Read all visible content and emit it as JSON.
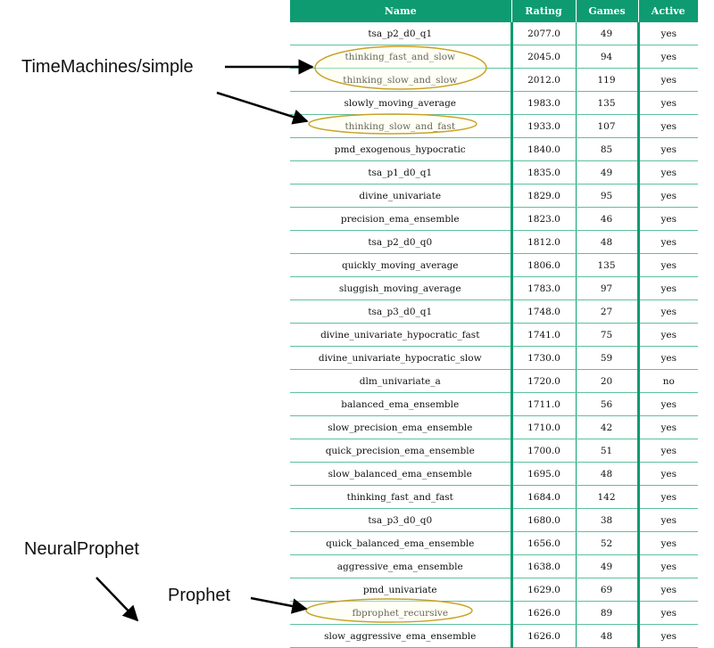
{
  "table": {
    "headers": {
      "name": "Name",
      "rating": "Rating",
      "games": "Games",
      "active": "Active"
    },
    "rows": [
      {
        "name": "tsa_p2_d0_q1",
        "rating": "2077.0",
        "games": "49",
        "active": "yes"
      },
      {
        "name": "thinking_fast_and_slow",
        "rating": "2045.0",
        "games": "94",
        "active": "yes"
      },
      {
        "name": "thinking_slow_and_slow",
        "rating": "2012.0",
        "games": "119",
        "active": "yes"
      },
      {
        "name": "slowly_moving_average",
        "rating": "1983.0",
        "games": "135",
        "active": "yes"
      },
      {
        "name": "thinking_slow_and_fast",
        "rating": "1933.0",
        "games": "107",
        "active": "yes"
      },
      {
        "name": "pmd_exogenous_hypocratic",
        "rating": "1840.0",
        "games": "85",
        "active": "yes"
      },
      {
        "name": "tsa_p1_d0_q1",
        "rating": "1835.0",
        "games": "49",
        "active": "yes"
      },
      {
        "name": "divine_univariate",
        "rating": "1829.0",
        "games": "95",
        "active": "yes"
      },
      {
        "name": "precision_ema_ensemble",
        "rating": "1823.0",
        "games": "46",
        "active": "yes"
      },
      {
        "name": "tsa_p2_d0_q0",
        "rating": "1812.0",
        "games": "48",
        "active": "yes"
      },
      {
        "name": "quickly_moving_average",
        "rating": "1806.0",
        "games": "135",
        "active": "yes"
      },
      {
        "name": "sluggish_moving_average",
        "rating": "1783.0",
        "games": "97",
        "active": "yes"
      },
      {
        "name": "tsa_p3_d0_q1",
        "rating": "1748.0",
        "games": "27",
        "active": "yes"
      },
      {
        "name": "divine_univariate_hypocratic_fast",
        "rating": "1741.0",
        "games": "75",
        "active": "yes"
      },
      {
        "name": "divine_univariate_hypocratic_slow",
        "rating": "1730.0",
        "games": "59",
        "active": "yes"
      },
      {
        "name": "dlm_univariate_a",
        "rating": "1720.0",
        "games": "20",
        "active": "no"
      },
      {
        "name": "balanced_ema_ensemble",
        "rating": "1711.0",
        "games": "56",
        "active": "yes"
      },
      {
        "name": "slow_precision_ema_ensemble",
        "rating": "1710.0",
        "games": "42",
        "active": "yes"
      },
      {
        "name": "quick_precision_ema_ensemble",
        "rating": "1700.0",
        "games": "51",
        "active": "yes"
      },
      {
        "name": "slow_balanced_ema_ensemble",
        "rating": "1695.0",
        "games": "48",
        "active": "yes"
      },
      {
        "name": "thinking_fast_and_fast",
        "rating": "1684.0",
        "games": "142",
        "active": "yes"
      },
      {
        "name": "tsa_p3_d0_q0",
        "rating": "1680.0",
        "games": "38",
        "active": "yes"
      },
      {
        "name": "quick_balanced_ema_ensemble",
        "rating": "1656.0",
        "games": "52",
        "active": "yes"
      },
      {
        "name": "aggressive_ema_ensemble",
        "rating": "1638.0",
        "games": "49",
        "active": "yes"
      },
      {
        "name": "pmd_univariate",
        "rating": "1629.0",
        "games": "69",
        "active": "yes"
      },
      {
        "name": "fbprophet_recursive",
        "rating": "1626.0",
        "games": "89",
        "active": "yes"
      },
      {
        "name": "slow_aggressive_ema_ensemble",
        "rating": "1626.0",
        "games": "48",
        "active": "yes"
      }
    ]
  },
  "annotations": {
    "timemachines": "TimeMachines/simple",
    "neuralprophet": "NeuralProphet",
    "prophet": "Prophet"
  },
  "colors": {
    "header_bg": "#0f9b72",
    "row_line": "#5fc09e",
    "highlight_ellipse": "#c9a227",
    "arrow": "#000000"
  }
}
